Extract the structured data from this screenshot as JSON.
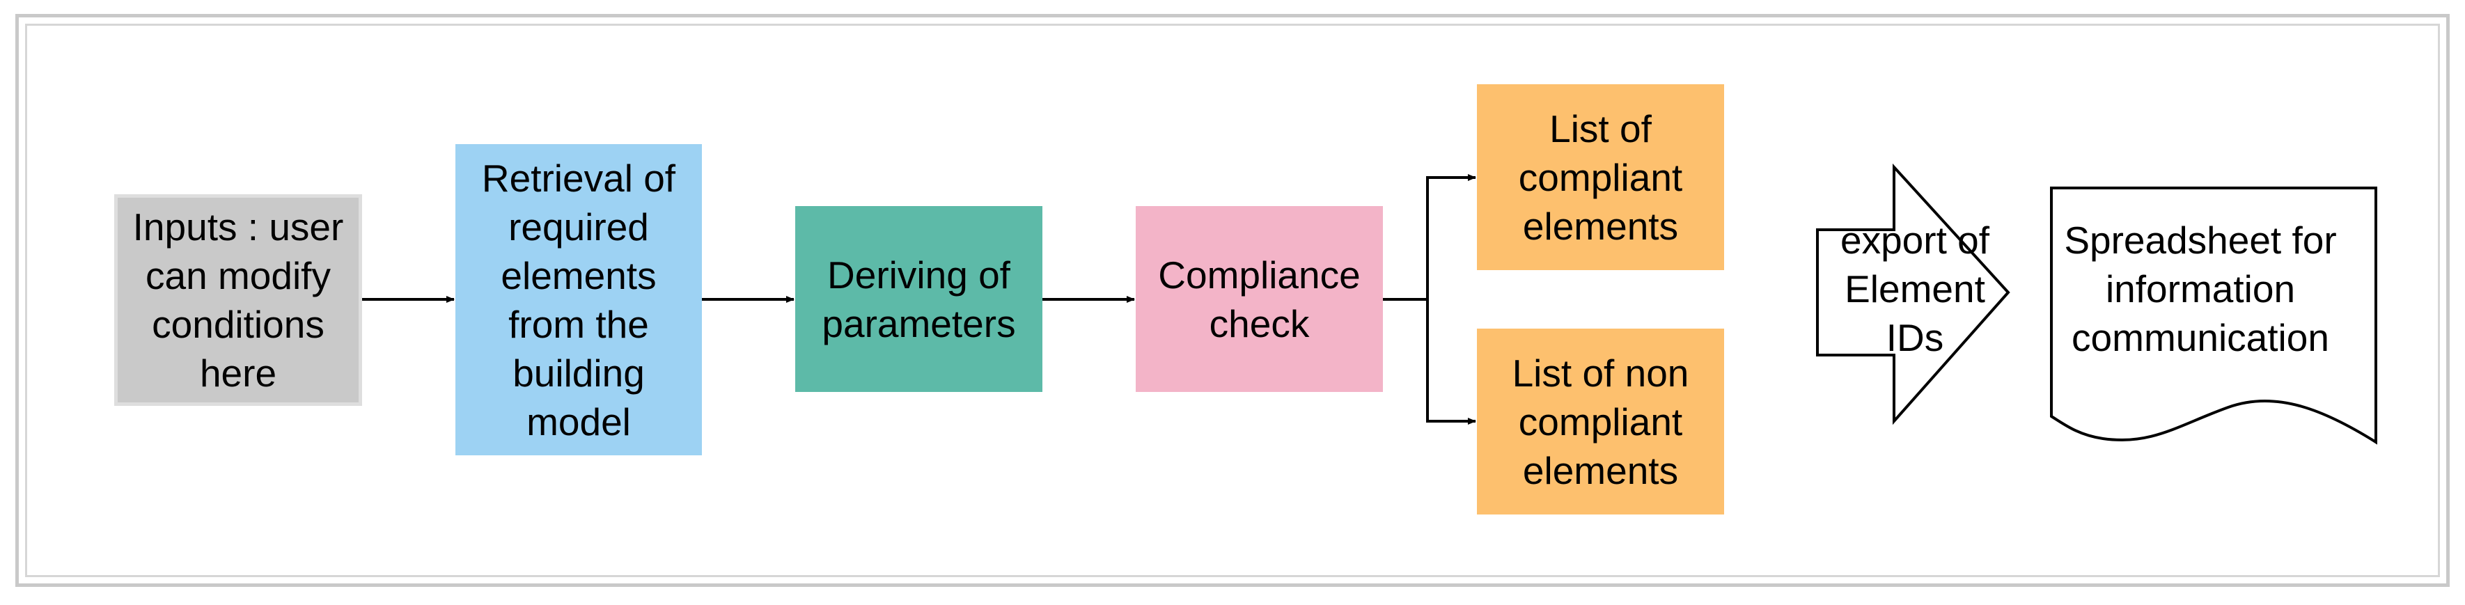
{
  "colors": {
    "inputs_fill": "#c9c9c9",
    "retrieval_fill": "#9dd2f3",
    "deriving_fill": "#5dbaa8",
    "compliance_fill": "#f3b4c8",
    "output_fill": "#fdc06e",
    "frame": "#c9c9c9"
  },
  "nodes": {
    "inputs": "Inputs : user can modify conditions here",
    "retrieval": "Retrieval of required elements from the building model",
    "deriving": "Deriving of parameters",
    "compliance": "Compliance check",
    "compliant": "List of compliant elements",
    "noncompliant": "List of non compliant elements",
    "export": "export of\nElement\nIDs",
    "spreadsheet": "Spreadsheet for\ninformation\ncommunication"
  },
  "shapes": {
    "export": "block-arrow",
    "spreadsheet": "document"
  }
}
